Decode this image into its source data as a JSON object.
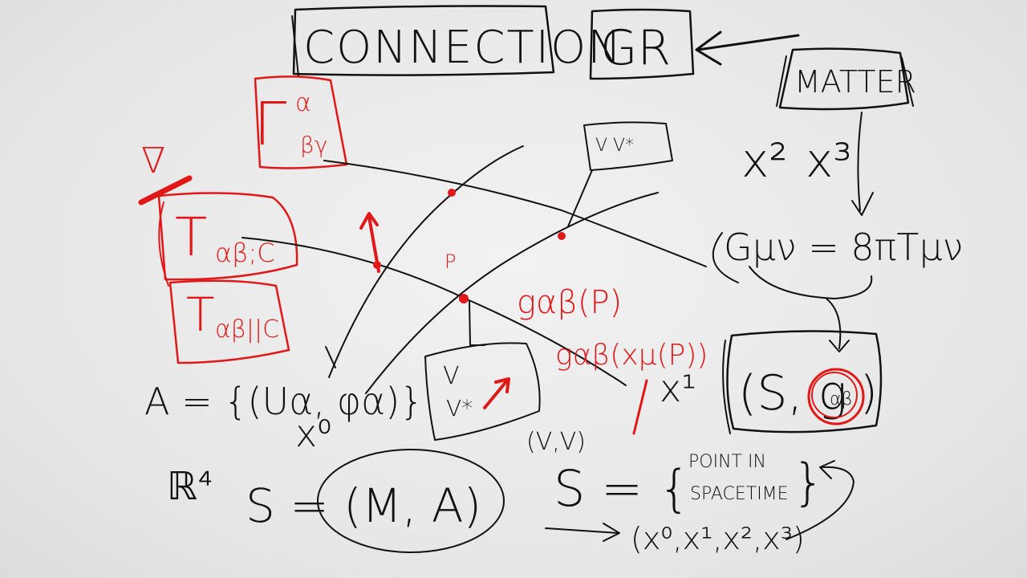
{
  "colors": {
    "black_ink": "#111111",
    "red_ink": "#e01818",
    "board": "#ececec"
  },
  "header": {
    "connection": "CONNECTION",
    "gr": "GR",
    "matter": "MATTER"
  },
  "tensors": {
    "christoffel_symbol": "Γ",
    "christoffel_upper": "α",
    "christoffel_lower": "βγ",
    "nabla": "∇",
    "t_semicolon_symbol": "T",
    "t_semicolon_indices": "αβ;C",
    "t_bar_symbol": "T",
    "t_bar_indices": "αβ||C"
  },
  "grid": {
    "point_p": "P",
    "vector_box_top": "V V*",
    "vector_box_bottom_v": "V",
    "vector_box_bottom_vstar": "V*",
    "metric_at_p": "gαβ(P)",
    "metric_of_coords": "gαβ(xμ(P))",
    "coord_x0": "x⁰",
    "coord_x1": "x¹"
  },
  "right_side": {
    "x2": "x²",
    "x3": "x³",
    "einstein_eq": "Gμν = 8πTμν",
    "pair_s": "(S, g",
    "pair_g_indices": "αβ",
    "pair_close": ")"
  },
  "bottom": {
    "atlas": "A = {(Uα, φα)}",
    "r4": "ℝ⁴",
    "manifold_eq": "S = (M, A)",
    "vv_label": "(V,V)",
    "set_s": "S = {",
    "set_line1": "POINT IN",
    "set_line2": "SPACETIME",
    "set_close": "}",
    "coords_tuple": "(x⁰,x¹,x²,x³)"
  }
}
